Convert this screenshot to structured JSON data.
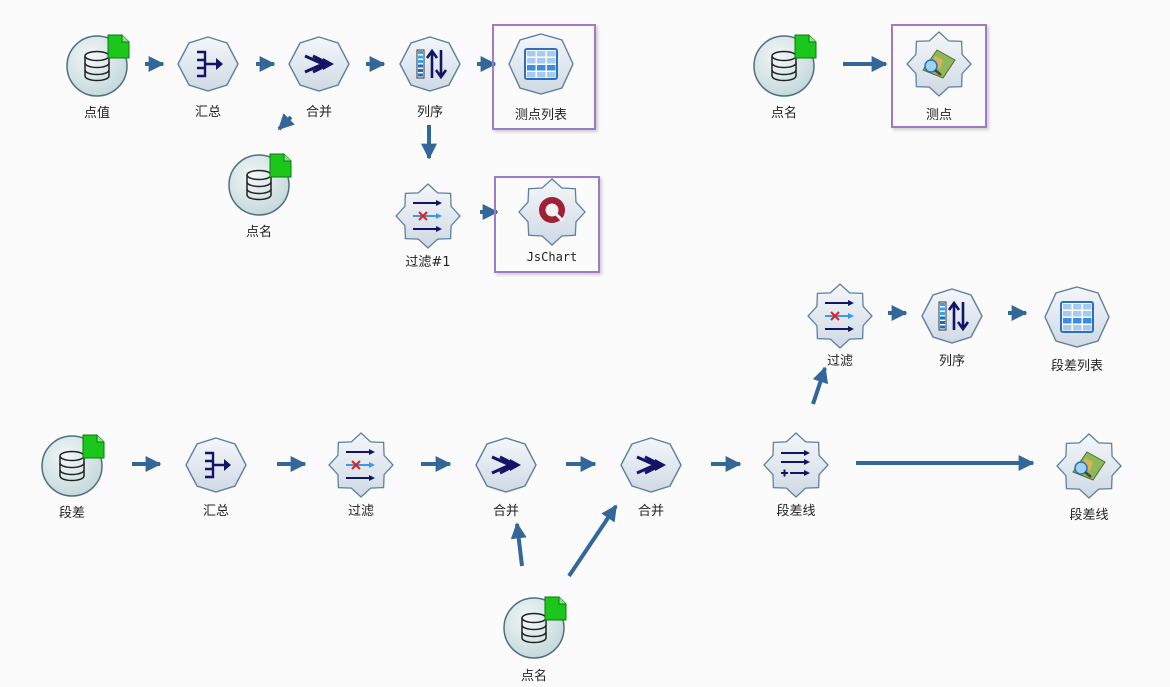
{
  "colors": {
    "arrow": "#336699",
    "nodeFill": "#dce6f0",
    "nodeStroke": "#5f7f9f",
    "selectBorder": "#9d7bc6",
    "docBadge": "#1cc71c"
  },
  "nodes": {
    "src_dianzhi": {
      "label": "点值",
      "icon": "database-icon"
    },
    "huizong_1": {
      "label": "汇总",
      "icon": "aggregate-icon"
    },
    "hebing_1": {
      "label": "合并",
      "icon": "merge-icon"
    },
    "liexu_1": {
      "label": "列序",
      "icon": "sort-icon"
    },
    "table_1": {
      "label": "测点列表",
      "icon": "table-icon"
    },
    "src_dianming_1": {
      "label": "点名",
      "icon": "database-icon"
    },
    "filter_1": {
      "label": "过滤#1",
      "icon": "filter-icon"
    },
    "jschart": {
      "label": "JsChart",
      "icon": "chart-icon"
    },
    "src_dianming_2": {
      "label": "点名",
      "icon": "database-icon"
    },
    "cedian": {
      "label": "测点",
      "icon": "map-icon"
    },
    "filter_2": {
      "label": "过滤",
      "icon": "filter-icon"
    },
    "liexu_2": {
      "label": "列序",
      "icon": "sort-icon"
    },
    "table_2": {
      "label": "段差列表",
      "icon": "table-icon"
    },
    "src_duancha": {
      "label": "段差",
      "icon": "database-icon"
    },
    "huizong_2": {
      "label": "汇总",
      "icon": "aggregate-icon"
    },
    "filter_3": {
      "label": "过滤",
      "icon": "filter-icon"
    },
    "hebing_2": {
      "label": "合并",
      "icon": "merge-icon"
    },
    "hebing_3": {
      "label": "合并",
      "icon": "merge-icon"
    },
    "duanchaxian_1": {
      "label": "段差线",
      "icon": "derive-icon"
    },
    "duanchaxian_2": {
      "label": "段差线",
      "icon": "map-icon"
    },
    "src_dianming_3": {
      "label": "点名",
      "icon": "database-icon"
    }
  }
}
